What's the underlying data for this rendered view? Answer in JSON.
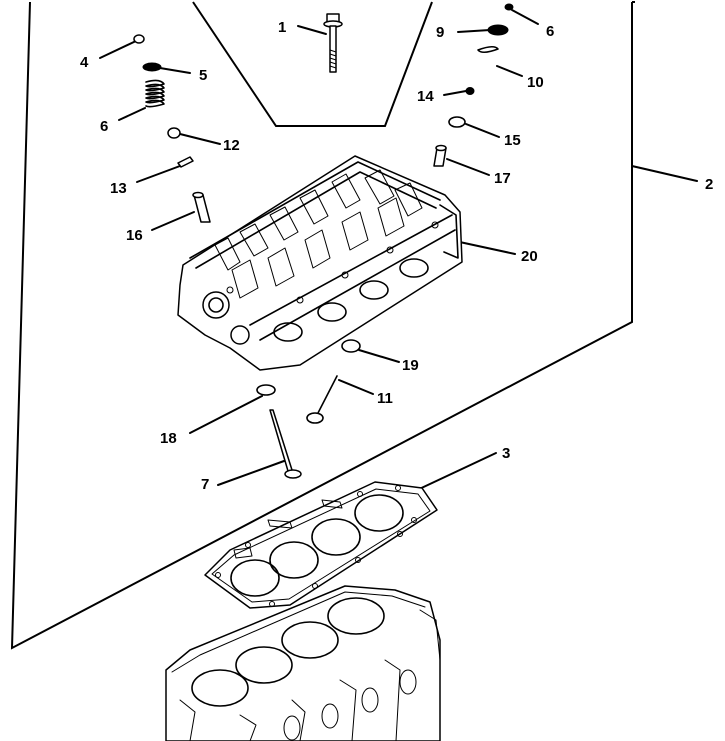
{
  "diagram": {
    "labels": [
      {
        "id": "1",
        "text": "1"
      },
      {
        "id": "2",
        "text": "2"
      },
      {
        "id": "3",
        "text": "3"
      },
      {
        "id": "4",
        "text": "4"
      },
      {
        "id": "5",
        "text": "5"
      },
      {
        "id": "6a",
        "text": "6"
      },
      {
        "id": "6b",
        "text": "6"
      },
      {
        "id": "7",
        "text": "7"
      },
      {
        "id": "9",
        "text": "9"
      },
      {
        "id": "10",
        "text": "10"
      },
      {
        "id": "11",
        "text": "11"
      },
      {
        "id": "12",
        "text": "12"
      },
      {
        "id": "13",
        "text": "13"
      },
      {
        "id": "14",
        "text": "14"
      },
      {
        "id": "15",
        "text": "15"
      },
      {
        "id": "16",
        "text": "16"
      },
      {
        "id": "17",
        "text": "17"
      },
      {
        "id": "18",
        "text": "18"
      },
      {
        "id": "19",
        "text": "19"
      },
      {
        "id": "20",
        "text": "20"
      }
    ],
    "icons": [
      "cylinder-head-illustration",
      "head-gasket-illustration",
      "cylinder-block-illustration",
      "valve-spring-icon",
      "valve-icon",
      "bolt-icon"
    ]
  }
}
